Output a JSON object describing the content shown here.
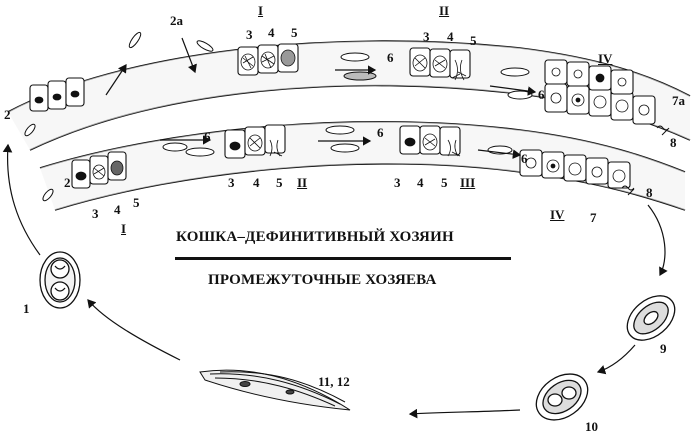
{
  "headings": {
    "definitive_host": "КОШКА–ДЕФИНИТИВНЫЙ ХОЗЯИН",
    "intermediate_hosts": "ПРОМЕЖУТОЧНЫЕ ХОЗЯЕВА"
  },
  "labels": {
    "n1": "1",
    "n2_left": "2",
    "n2_inner": "2",
    "n2a": "2а",
    "n3_top_I": "3",
    "n4_top_I": "4",
    "n5_top_I": "5",
    "n3_top_II": "3",
    "n4_top_II": "4",
    "n5_top_II": "5",
    "n6_top_a": "6",
    "n6_top_b": "6",
    "n6_mid_a": "6",
    "n6_mid_b": "6",
    "n6_mid_c": "6",
    "n3_bot_I": "3",
    "n4_bot_I": "4",
    "n5_bot_I": "5",
    "n3_bot_II": "3",
    "n4_bot_II": "4",
    "n5_bot_II": "5",
    "n3_bot_III": "3",
    "n4_bot_III": "4",
    "n5_bot_III": "5",
    "n7": "7",
    "n7a": "7а",
    "n8_top": "8",
    "n8_bot": "8",
    "n9": "9",
    "n10": "10",
    "n11_12": "11, 12"
  },
  "stages": {
    "top_I": "I",
    "top_II": "II",
    "top_IV": "IV",
    "bot_I": "I",
    "bot_II": "II",
    "bot_III": "III",
    "bot_IV": "IV"
  },
  "colors": {
    "ink": "#111111",
    "paper": "#ffffff",
    "shade": "#bdbdbd"
  }
}
